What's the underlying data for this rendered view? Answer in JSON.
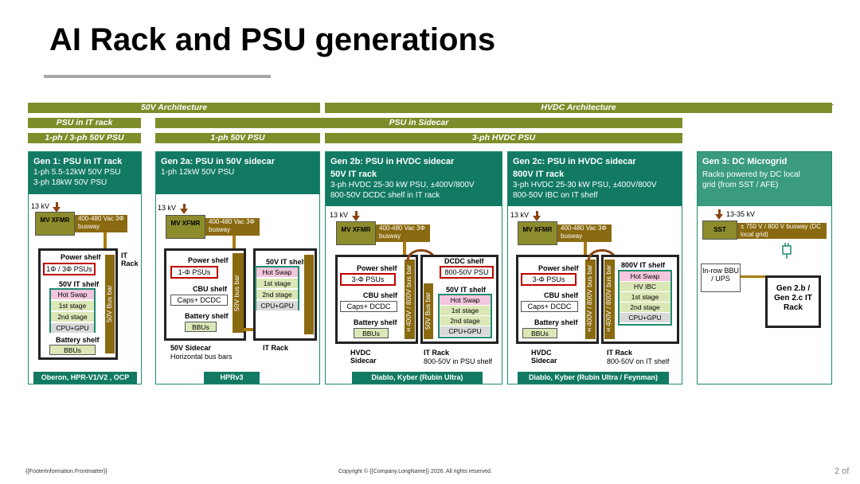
{
  "title": "AI Rack and PSU generations",
  "bars": {
    "arch_50v": "50V Architecture",
    "arch_hvdc": "HVDC Architecture",
    "psu_in_it_rack": "PSU in IT rack",
    "psu_in_sidecar": "PSU in Sidecar",
    "phase_1_3": "1-ph / 3-ph 50V PSU",
    "phase_1": "1-ph 50V PSU",
    "phase_3_hvdc": "3-ph HVDC PSU"
  },
  "gen1": {
    "title": "Gen 1: PSU in IT rack",
    "line1": "1-ph 5.5-12kW 50V PSU",
    "line2": "3-ph 18kW 50V PSU",
    "kv": "13 kV",
    "mv": "MV XFMR",
    "busway": "400-480 Vac 3Φ busway",
    "power_shelf": "Power shelf",
    "psus": "1Φ / 3Φ PSUs",
    "it_rack": "IT Rack",
    "it_shelf": "50V IT shelf",
    "hot_swap": "Hot Swap",
    "stage1": "1st stage",
    "stage2": "2nd stage",
    "cpu_gpu": "CPU+GPU",
    "battery_shelf": "Battery shelf",
    "bbus": "BBUs",
    "bus_bar": "50V Bus bar",
    "footer": "Oberon, HPR-V1/V2 , OCP"
  },
  "gen2a": {
    "title": "Gen 2a: PSU in 50V sidecar",
    "line1": "1-ph 12kW 50V PSU",
    "kv": "13 kV",
    "mv": "MV XFMR",
    "busway": "400-480 Vac 3Φ busway",
    "power_shelf": "Power shelf",
    "psus": "1-Φ PSUs",
    "cbu_shelf": "CBU shelf",
    "caps": "Caps+ DCDC",
    "battery_shelf": "Battery shelf",
    "bbus": "BBUs",
    "bus_bar": "50V bus bar",
    "it_shelf": "50V IT shelf",
    "hot_swap": "Hot Swap",
    "stage1": "1st stage",
    "stage2": "2nd stage",
    "cpu_gpu": "CPU+GPU",
    "sidecar_label": "50V Sidecar",
    "sidecar_sub": "Horizontal bus bars",
    "it_rack": "IT Rack",
    "footer": "HPRv3"
  },
  "gen2b": {
    "title": "Gen 2b: PSU in HVDC sidecar",
    "subtitle": "50V IT rack",
    "line1": "3-ph HVDC 25-30 kW PSU, ±400V/800V",
    "line2": "800-50V DCDC shelf in IT rack",
    "kv": "13 kV",
    "mv": "MV XFMR",
    "busway": "400-480 Vac 3Φ busway",
    "power_shelf": "Power shelf",
    "psus": "3-Φ PSUs",
    "cbu_shelf": "CBU shelf",
    "caps": "Caps+ DCDC",
    "battery_shelf": "Battery shelf",
    "bbus": "BBUs",
    "hv_bus": "±400V / 800V bus bar",
    "dcdc_shelf": "DCDC shelf",
    "dcdc_psu": "800-50V PSU",
    "it_shelf": "50V IT shelf",
    "hot_swap": "Hot Swap",
    "stage1": "1st stage",
    "stage2": "2nd stage",
    "cpu_gpu": "CPU+GPU",
    "lv_bus": "50V Bus bar",
    "sidecar_label": "HVDC Sidecar",
    "it_rack": "IT Rack",
    "it_rack_sub": "800-50V in PSU shelf",
    "footer": "Diablo, Kyber (Rubin Ultra)"
  },
  "gen2c": {
    "title": "Gen 2c: PSU in HVDC sidecar",
    "subtitle": "800V IT rack",
    "line1": "3-ph HVDC 25-30 kW PSU, ±400V/800V",
    "line2": "800-50V  IBC on IT shelf",
    "kv": "13 kV",
    "mv": "MV XFMR",
    "busway": "400-480 Vac 3Φ busway",
    "power_shelf": "Power shelf",
    "psus": "3-Φ PSUs",
    "cbu_shelf": "CBU shelf",
    "caps": "Caps+ DCDC",
    "battery_shelf": "Battery shelf",
    "bbus": "BBUs",
    "hv_bus": "±400V / 800V bus bar",
    "hv_bus2": "±400V / 800V bus bar",
    "it_shelf": "800V IT shelf",
    "hot_swap": "Hot Swap",
    "hv_ibc": "HV IBC",
    "stage1": "1st stage",
    "stage2": "2nd stage",
    "cpu_gpu": "CPU+GPU",
    "sidecar_label": "HVDC Sidecar",
    "it_rack": "IT Rack",
    "it_rack_sub": "800-50V on IT shelf",
    "footer": "Diablo, Kyber (Rubin Ultra / Feynman)"
  },
  "gen3": {
    "title": "Gen 3: DC Microgrid",
    "line1": "Racks powered by DC local",
    "line2": "grid (from SST / AFE)",
    "kv": "13-35 kV",
    "sst": "SST",
    "busway": "± 750 V / 800 V busway (DC local grid)",
    "bbu": "In-row BBU / UPS",
    "it_rack": "Gen 2.b / Gen 2.c IT Rack"
  },
  "footer": {
    "left": "{{FooterInformation.Frontmatter}}",
    "center": "Copyright © {{Company.LongName}} 2026. All rights reserved.",
    "page": "2 of"
  },
  "colors": {
    "olive": "#7f8c2a",
    "teal": "#127a63",
    "red": "#c00000",
    "gold": "#8a6a10"
  }
}
